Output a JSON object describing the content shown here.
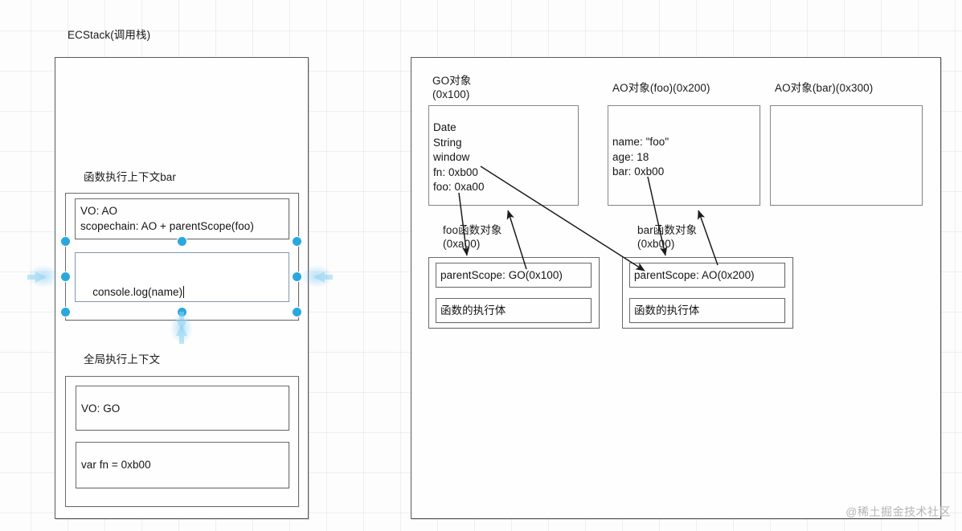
{
  "canvas": {
    "grid": true,
    "background_color": "#fdfdfd",
    "grid_color": "#eeeeee"
  },
  "watermark": {
    "text": "@稀土掘金技术社区"
  },
  "left_panel": {
    "title": "ECStack(调用栈)",
    "frames": [
      {
        "id": "bar-context",
        "label": "函数执行上下文bar",
        "selected": true,
        "rows": [
          {
            "id": "vo-ao",
            "text": "VO: AO\nscopechain: AO + parentScope(foo)",
            "selected": false
          },
          {
            "id": "console-log",
            "text": "console.log(name)",
            "selected": true,
            "editing": true
          }
        ]
      },
      {
        "id": "global-context",
        "label": "全局执行上下文",
        "selected": false,
        "rows": [
          {
            "id": "vo-go",
            "text": "VO: GO",
            "selected": false
          },
          {
            "id": "var-fn",
            "text": "var fn = 0xb00",
            "selected": false
          }
        ]
      }
    ]
  },
  "right_panel": {
    "objects": [
      {
        "id": "go-object",
        "caption": "GO对象\n(0x100)",
        "body": "Date\nString\nwindow\nfn: 0xb00\nfoo: 0xa00"
      },
      {
        "id": "ao-foo",
        "caption": "AO对象(foo)(0x200)",
        "body": "name: \"foo\"\nage: 18\nbar: 0xb00"
      },
      {
        "id": "ao-bar",
        "caption": "AO对象(bar)(0x300)",
        "body": ""
      }
    ],
    "function_objects": [
      {
        "id": "foo-func",
        "caption": "foo函数对象\n(0xa00)",
        "rows": [
          "parentScope: GO(0x100)",
          "函数的执行体"
        ]
      },
      {
        "id": "bar-func",
        "caption": "bar函数对象\n(0xb00)",
        "rows": [
          "parentScope: AO(0x200)",
          "函数的执行体"
        ]
      }
    ],
    "connections": [
      {
        "from": "go.foo",
        "to": "foo-func",
        "label": ""
      },
      {
        "from": "go.fn",
        "to": "bar-func",
        "label": ""
      },
      {
        "from": "ao-foo.bar",
        "to": "bar-func",
        "label": ""
      },
      {
        "from": "foo-func.parentScope",
        "to": "go-object",
        "label": ""
      },
      {
        "from": "bar-func.parentScope",
        "to": "ao-foo",
        "label": ""
      }
    ]
  },
  "colors": {
    "selection_handle": "#29a8e0",
    "selection_border": "#7f99b0",
    "box_border": "#5a5a5a",
    "text": "#141414",
    "watermark": "#b4b4b4"
  }
}
